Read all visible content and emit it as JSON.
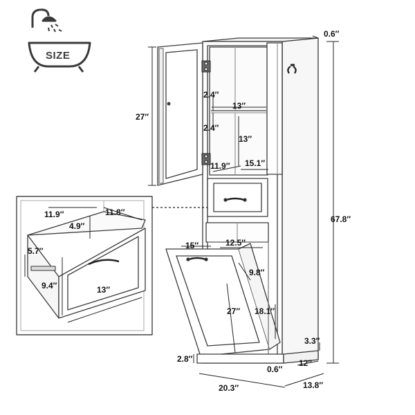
{
  "badge": {
    "label": "SIZE",
    "icon": "bathtub-shower-icon"
  },
  "colors": {
    "line": "#3a3a3a",
    "light": "#8a8a8a",
    "panel": "#f4f4f4"
  },
  "dims": {
    "top_thickness": "0.6″",
    "door_height": "27″",
    "shelf_gap_top": "2.4″",
    "shelf_width": "13″",
    "shelf_gap_mid": "2.4″",
    "inner_height": "13″",
    "inner_depth": "11.9″",
    "inner_width": "15.1″",
    "total_height": "67.8″",
    "hamper_width": "15″",
    "hamper_inner_width": "12.5″",
    "hamper_depth": "9.8″",
    "hamper_height": "27″",
    "hamper_inner_height": "18.1″",
    "plinth_height": "2.8″",
    "side_thickness": "0.6″",
    "base_inset": "3.3″",
    "base_depth": "12″",
    "total_width": "20.3″",
    "total_depth": "13.8″"
  },
  "inset": {
    "drawer_depth": "11.9″",
    "drawer_inner_depth": "11.8″",
    "drawer_box_height": "4.9″",
    "drawer_side_height": "5.7″",
    "drawer_front_height": "9.4″",
    "drawer_front_width": "13″"
  }
}
